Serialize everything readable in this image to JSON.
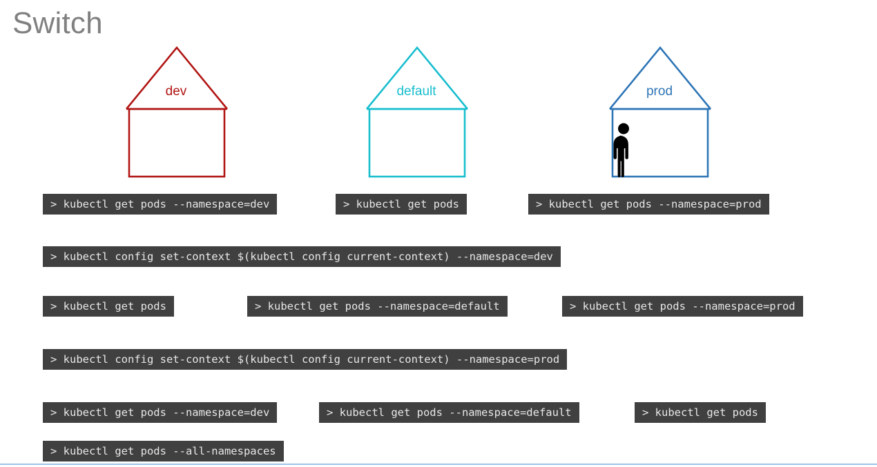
{
  "slide": {
    "title": "Switch",
    "background_color": "#FFFFFF",
    "title_color": "#808080",
    "footer_rule_color": "#9DC3E6"
  },
  "houses": [
    {
      "key": "dev",
      "label": "dev",
      "color": "#B01513",
      "occupied": false,
      "person_icon": null
    },
    {
      "key": "default",
      "label": "default",
      "color": "#17BECF",
      "occupied": false,
      "person_icon": null
    },
    {
      "key": "prod",
      "label": "prod",
      "color": "#2E75B6",
      "occupied": true,
      "person_icon": "person-icon",
      "person_color": "#000000"
    }
  ],
  "terminal": {
    "background_color": "#404040",
    "text_color": "#E8E8E8",
    "prompt": ">"
  },
  "commands": {
    "row1": [
      {
        "id": "r1-dev",
        "text": "> kubectl get pods --namespace=dev"
      },
      {
        "id": "r1-default",
        "text": "> kubectl get pods"
      },
      {
        "id": "r1-prod",
        "text": "> kubectl get pods --namespace=prod"
      }
    ],
    "row2": [
      {
        "id": "r2-setctx-dev",
        "text": "> kubectl config set-context $(kubectl config current-context) --namespace=dev"
      }
    ],
    "row3": [
      {
        "id": "r3-dev",
        "text": "> kubectl get pods"
      },
      {
        "id": "r3-default",
        "text": "> kubectl get pods --namespace=default"
      },
      {
        "id": "r3-prod",
        "text": "> kubectl get pods --namespace=prod"
      }
    ],
    "row4": [
      {
        "id": "r4-setctx-prod",
        "text": "> kubectl config set-context $(kubectl config current-context) --namespace=prod"
      }
    ],
    "row5": [
      {
        "id": "r5-dev",
        "text": "> kubectl get pods --namespace=dev"
      },
      {
        "id": "r5-default",
        "text": "> kubectl get pods --namespace=default"
      },
      {
        "id": "r5-prod",
        "text": "> kubectl get pods"
      }
    ],
    "row6": [
      {
        "id": "r6-all",
        "text": "> kubectl get pods --all-namespaces"
      }
    ]
  }
}
